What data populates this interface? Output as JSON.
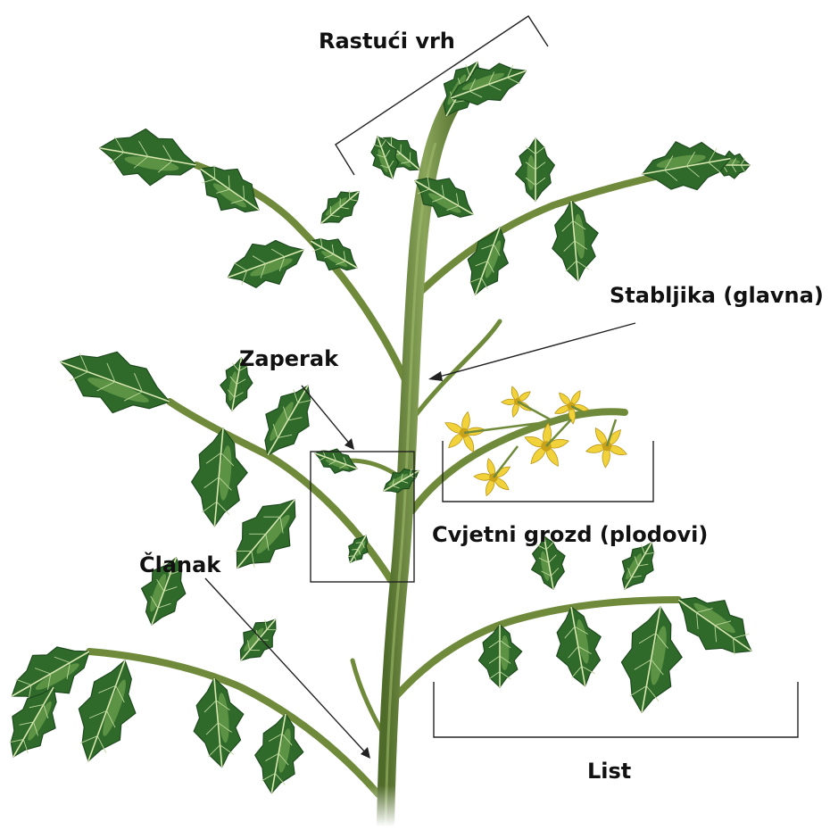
{
  "labels": {
    "growing_tip": "Rastući vrh",
    "main_stem": "Stabljika (glavna)",
    "sucker": "Zaperak",
    "flower_cluster": "Cvjetni grozd (plodovi)",
    "node": "Članak",
    "leaf": "List"
  },
  "colors": {
    "stem": "#6f8a3a",
    "stem_dark": "#3f5a22",
    "leaf": "#2f6a2a",
    "leaf_light": "#7fb35a",
    "leaf_dark": "#1e4a1e",
    "flower": "#f2d23a",
    "flower_center": "#c9a21a",
    "annotation": "#222222"
  }
}
